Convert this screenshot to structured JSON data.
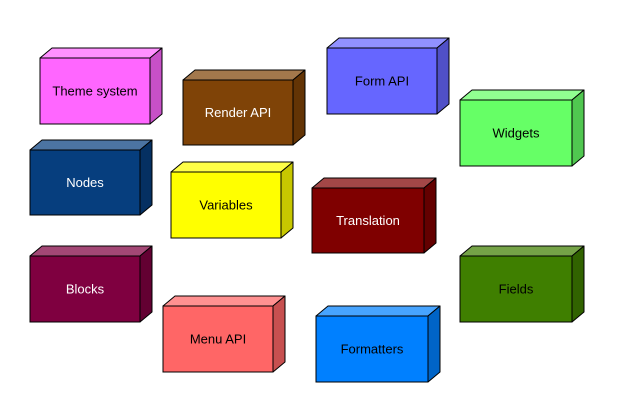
{
  "diagram": {
    "type": "3d-box-diagram",
    "boxes": [
      {
        "id": "theme-system",
        "label": "Theme system",
        "front": "#ff66ff",
        "text": "#000000"
      },
      {
        "id": "render-api",
        "label": "Render API",
        "front": "#7f4307",
        "text": "#ffffff"
      },
      {
        "id": "form-api",
        "label": "Form API",
        "front": "#6666ff",
        "text": "#000000"
      },
      {
        "id": "widgets",
        "label": "Widgets",
        "front": "#66ff66",
        "text": "#000000"
      },
      {
        "id": "nodes",
        "label": "Nodes",
        "front": "#063e7e",
        "text": "#ffffff"
      },
      {
        "id": "variables",
        "label": "Variables",
        "front": "#ffff00",
        "text": "#000000"
      },
      {
        "id": "translation",
        "label": "Translation",
        "front": "#7f0000",
        "text": "#ffffff"
      },
      {
        "id": "blocks",
        "label": "Blocks",
        "front": "#7f0040",
        "text": "#ffffff"
      },
      {
        "id": "fields",
        "label": "Fields",
        "front": "#3f7f00",
        "text": "#000000"
      },
      {
        "id": "menu-api",
        "label": "Menu API",
        "front": "#ff6666",
        "text": "#000000"
      },
      {
        "id": "formatters",
        "label": "Formatters",
        "front": "#0080ff",
        "text": "#000000"
      }
    ]
  }
}
